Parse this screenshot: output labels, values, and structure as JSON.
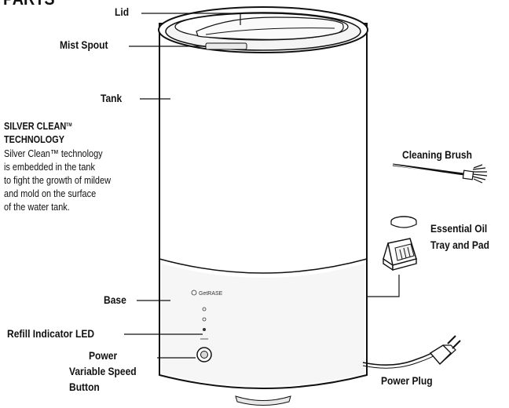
{
  "heading": "PARTS",
  "labels": {
    "lid": "Lid",
    "mist_spout": "Mist Spout",
    "tank": "Tank",
    "cleaning_brush": "Cleaning Brush",
    "essential_oil_line1": "Essential Oil",
    "essential_oil_line2": "Tray and Pad",
    "base": "Base",
    "refill_led": "Refill Indicator LED",
    "power_line1": "Power",
    "power_line2": "Variable Speed",
    "power_line3": "Button",
    "power_plug": "Power Plug"
  },
  "silver_clean": {
    "title_line1": "SILVER CLEAN",
    "title_sup": "TM",
    "title_line2": "TECHNOLOGY",
    "body_lines": [
      "Silver Clean™ technology",
      "is embedded in the tank",
      "to fight the growth of mildew",
      "and mold on the surface",
      "of the water tank."
    ]
  },
  "base_logo_text": "GetRASE",
  "led_icons": [
    "person-icon",
    "drop-icon",
    "speed-icon"
  ]
}
